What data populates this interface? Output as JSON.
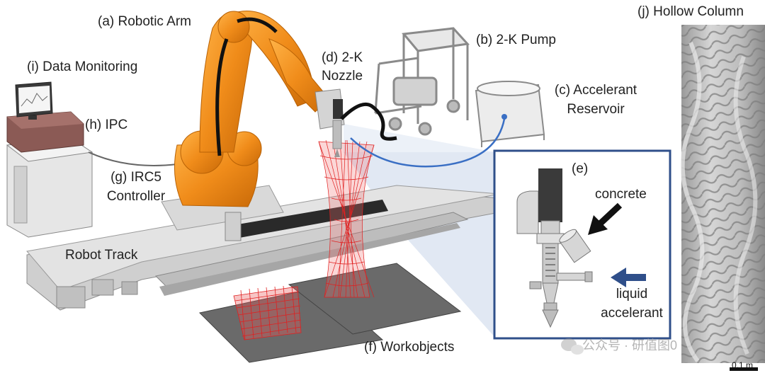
{
  "labels": {
    "robotic_arm": "(a) Robotic Arm",
    "pump": "(b) 2-K Pump",
    "accelerant_reservoir_line1": "(c) Accelerant",
    "accelerant_reservoir_line2": "Reservoir",
    "nozzle_line1": "(d) 2-K",
    "nozzle_line2": "Nozzle",
    "nozzle_detail": "(e)",
    "workobjects": "(f) Workobjects",
    "controller_line1": "(g) IRC5",
    "controller_line2": "Controller",
    "ipc": "(h) IPC",
    "data_monitoring": "(i) Data Monitoring",
    "hollow_column": "(j) Hollow Column",
    "robot_track": "Robot Track",
    "concrete": "concrete",
    "liquid_accelerant_line1": "liquid",
    "liquid_accelerant_line2": "accelerant",
    "scale_bar": "0.1 m"
  },
  "watermark": "公众号 · 研值图0",
  "colors": {
    "robot_orange": "#f08c1a",
    "print_path_red": "#e02020",
    "detail_frame_blue": "#2f4f8a",
    "arrow_blue": "#2f4f8a",
    "hose_black": "#111111",
    "hose_blue": "#3a6fc4"
  },
  "icons": [
    "concrete-arrow-icon",
    "accelerant-arrow-icon",
    "wechat-icon"
  ]
}
